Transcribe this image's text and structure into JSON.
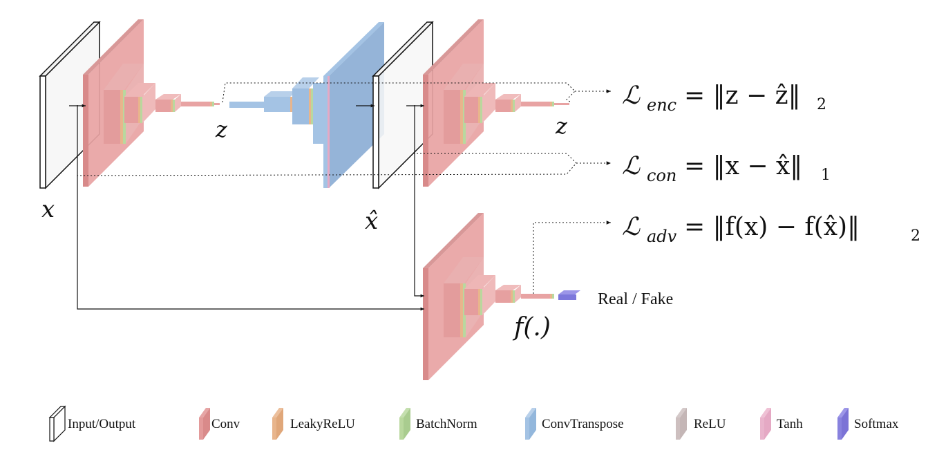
{
  "labels": {
    "x": "x",
    "x_hat": "x̂",
    "z_enc": "z",
    "z_dec": "z",
    "f": "f(.)",
    "real_fake": "Real / Fake"
  },
  "losses": {
    "enc": {
      "symbol": "ℒ",
      "sub": "enc",
      "rhs": "= ‖z − ẑ‖",
      "norm": "2"
    },
    "con": {
      "symbol": "ℒ",
      "sub": "con",
      "rhs": "= ‖x − x̂‖",
      "norm": "1"
    },
    "adv": {
      "symbol": "ℒ",
      "sub": "adv",
      "rhs": "= ‖f(x) − f(x̂)‖",
      "norm": "2"
    }
  },
  "legend": [
    {
      "label": "Input/Output",
      "color": "#ffffff",
      "kind": "io"
    },
    {
      "label": "Conv",
      "color": "#d98a8a"
    },
    {
      "label": "LeakyReLU",
      "color": "#e0a77a"
    },
    {
      "label": "BatchNorm",
      "color": "#a9cc8f"
    },
    {
      "label": "ConvTranspose",
      "color": "#93b7dc"
    },
    {
      "label": "ReLU",
      "color": "#c4b6b6"
    },
    {
      "label": "Tanh",
      "color": "#e5a9c4"
    },
    {
      "label": "Softmax",
      "color": "#7b73d6"
    }
  ],
  "colors": {
    "conv": "#e8a3a3",
    "conv_dark": "#d98a8a",
    "leaky": "#e8b58c",
    "bn": "#b9d89e",
    "convT": "#a4c3e4",
    "convT_dark": "#8fb0d6",
    "softmax": "#7d78dc"
  }
}
